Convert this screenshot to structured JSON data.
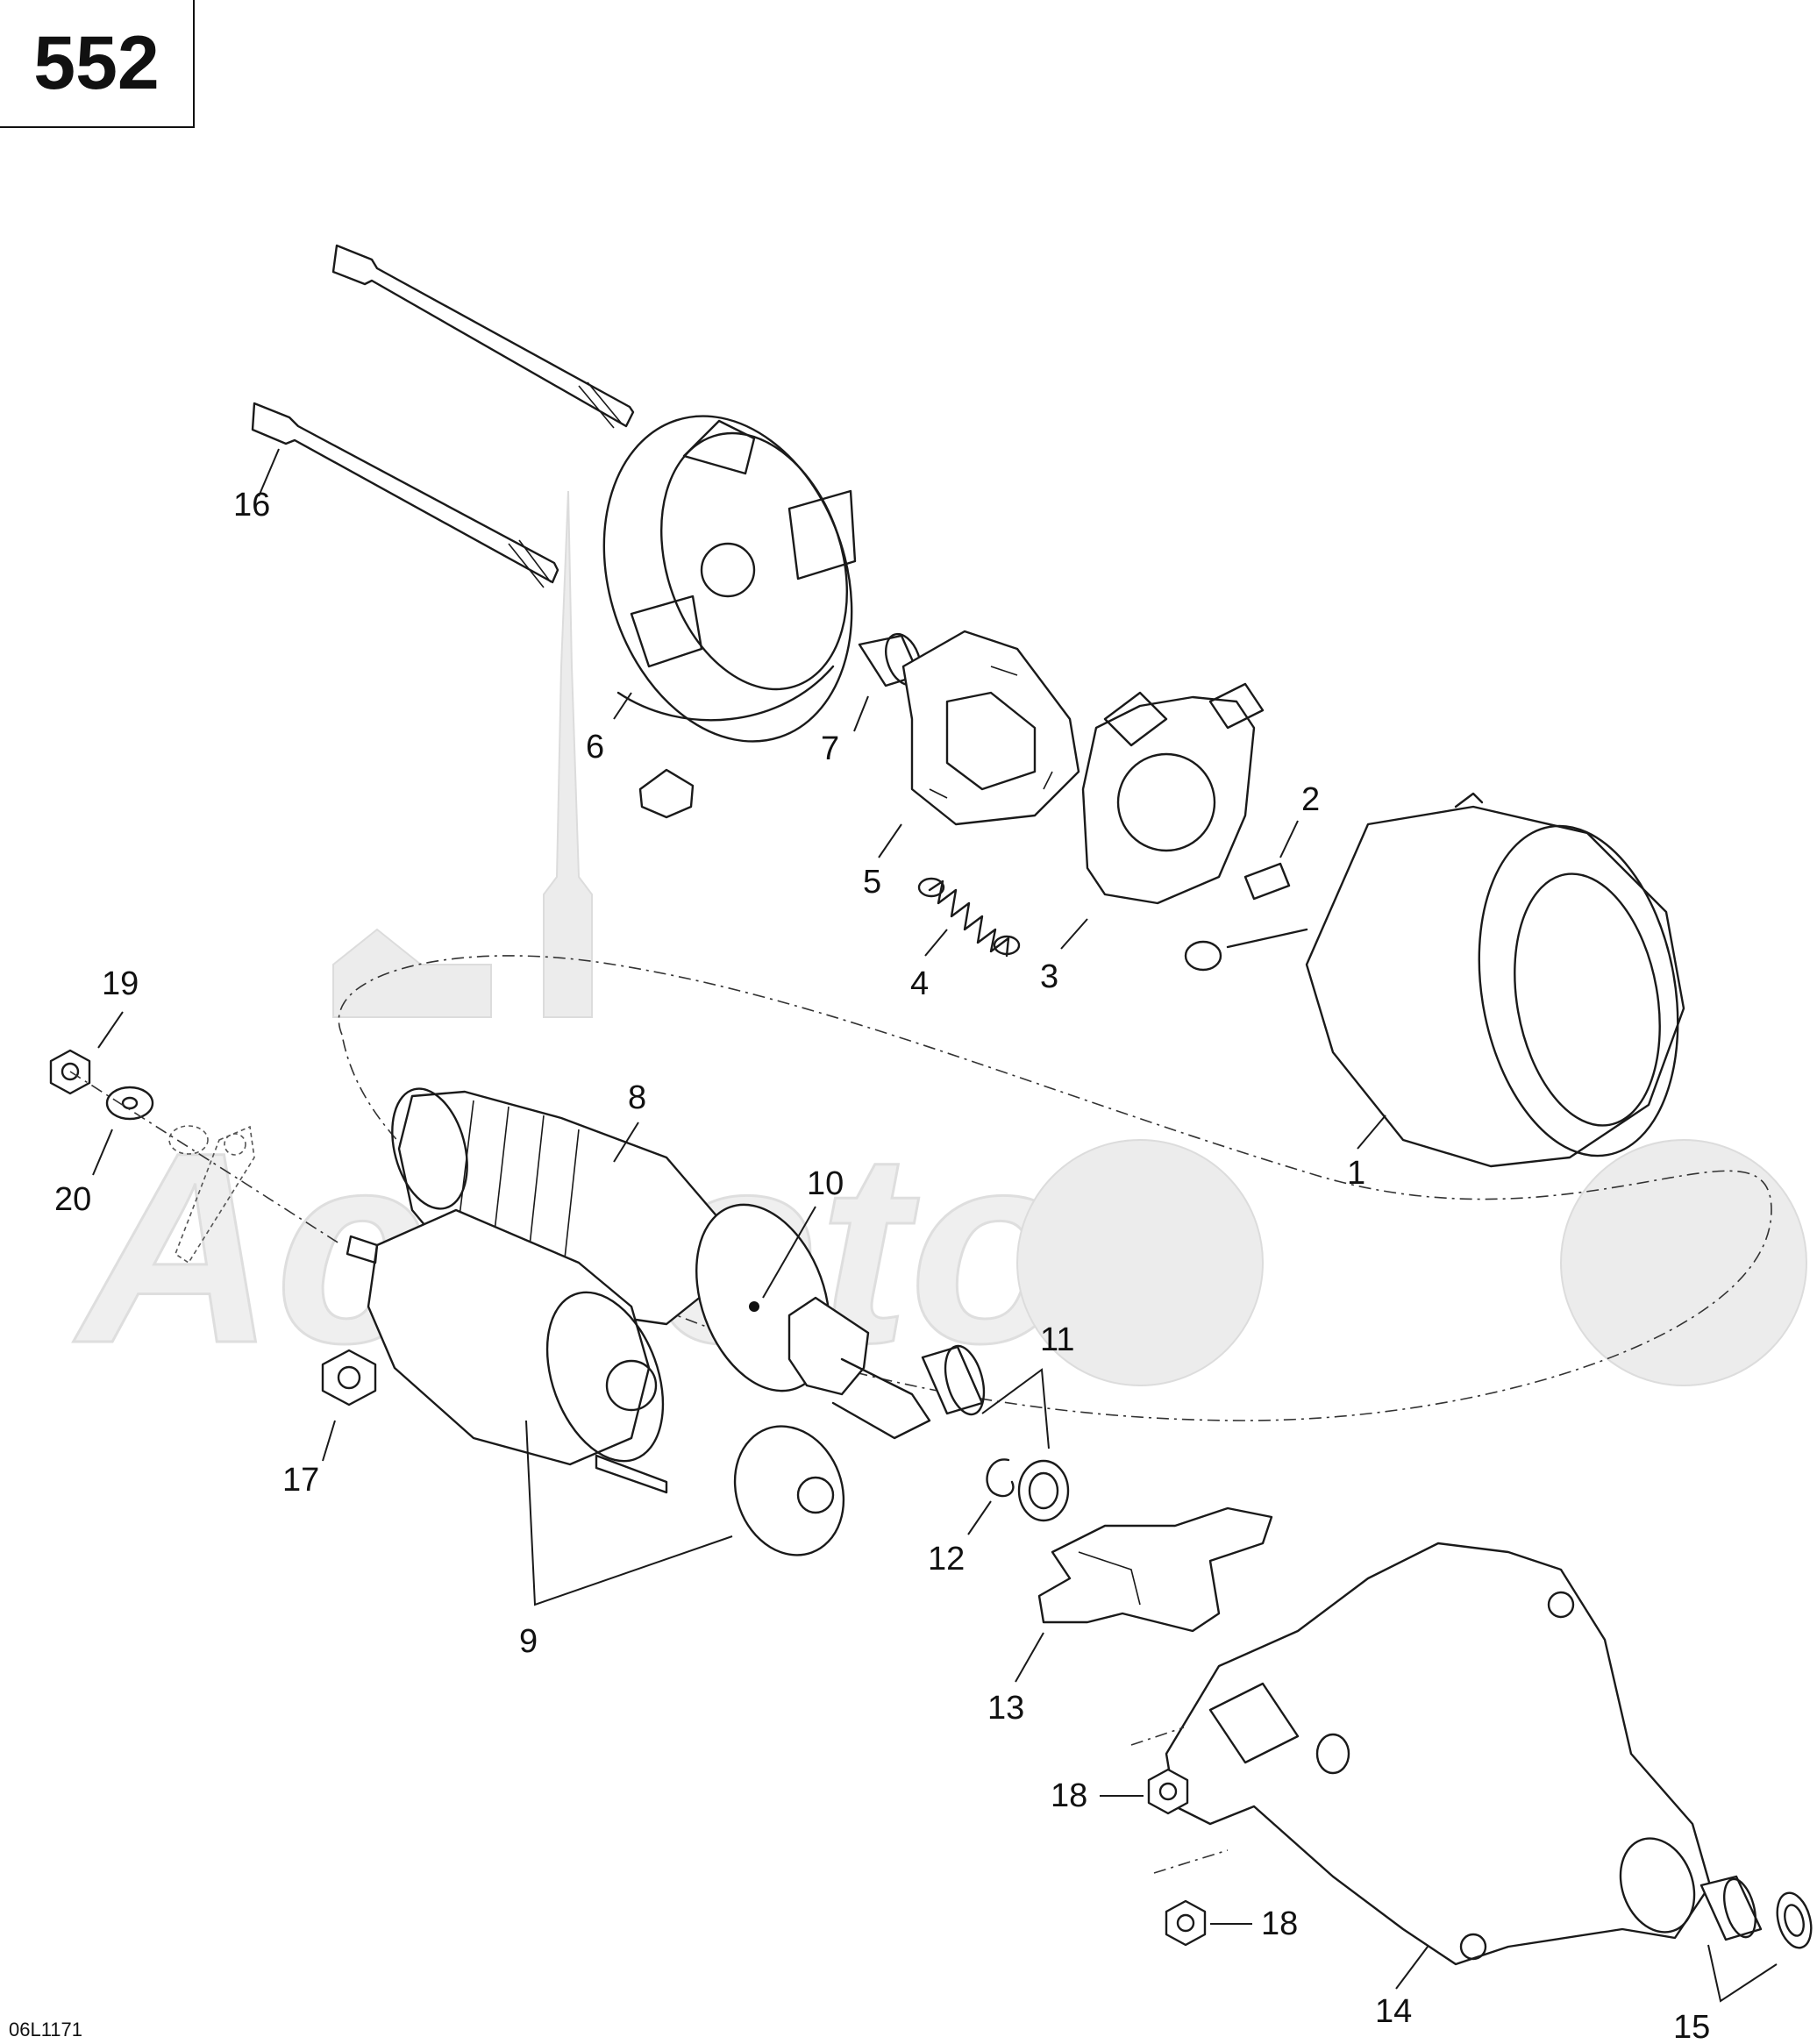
{
  "page_number": "552",
  "figure_code": "06L1171",
  "watermark": "AcMoto",
  "callouts": [
    "1",
    "2",
    "3",
    "4",
    "5",
    "6",
    "7",
    "8",
    "9",
    "10",
    "11",
    "12",
    "13",
    "14",
    "15",
    "16",
    "17",
    "18",
    "18",
    "19",
    "20"
  ]
}
